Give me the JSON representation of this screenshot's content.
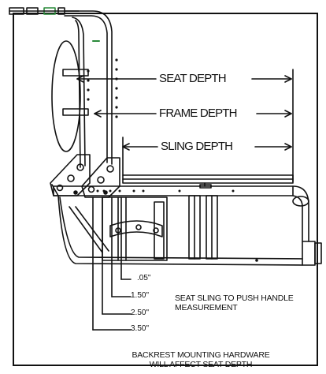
{
  "dimensions": {
    "seat_depth": "SEAT DEPTH",
    "frame_depth": "FRAME DEPTH",
    "sling_depth": "SLING DEPTH"
  },
  "offsets": [
    ".05\"",
    "1.50\"",
    "2.50\"",
    "3.50\""
  ],
  "notes": {
    "sling_to_handle_line1": "SEAT SLING TO PUSH HANDLE",
    "sling_to_handle_line2": "MEASUREMENT",
    "hardware_line1": "BACKREST MOUNTING HARDWARE",
    "hardware_line2": "WILL AFFECT SEAT DEPTH"
  },
  "colors": {
    "ink": "#111111",
    "accent": "#2a8a3a"
  }
}
